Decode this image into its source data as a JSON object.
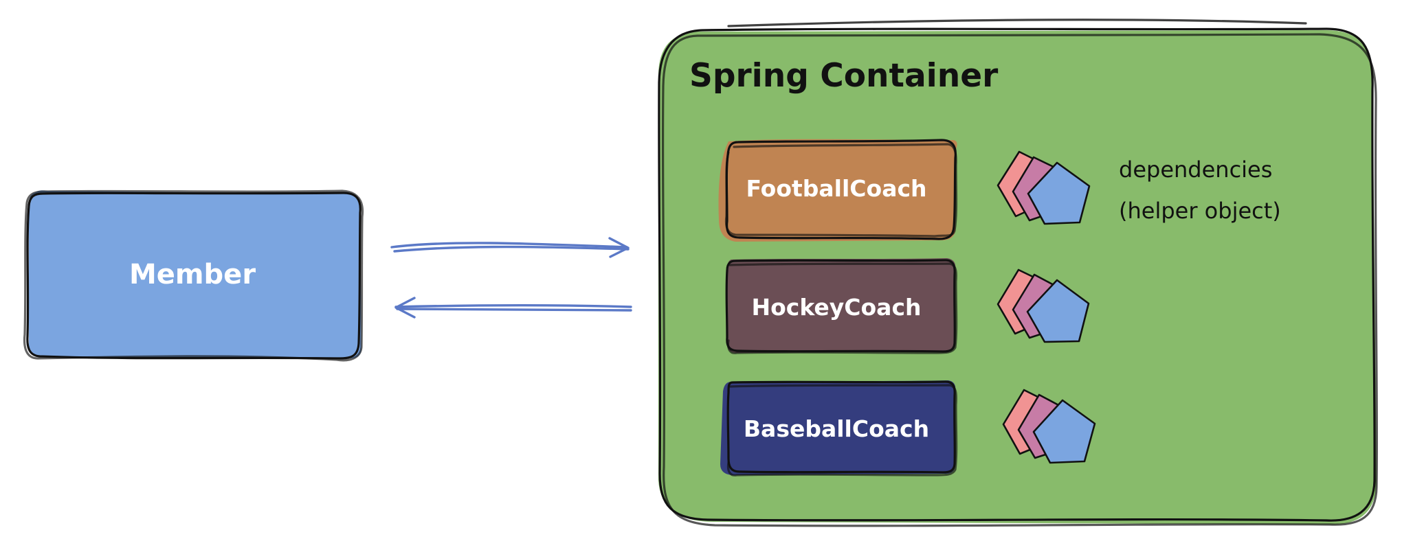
{
  "diagram": {
    "client": {
      "label": "Member",
      "color": "#7ba5e0"
    },
    "container": {
      "title": "Spring Container",
      "color": "#88bb6b"
    },
    "coaches": [
      {
        "label": "FootballCoach",
        "color": "#c08452"
      },
      {
        "label": "HockeyCoach",
        "color": "#6b4e55"
      },
      {
        "label": "BaseballCoach",
        "color": "#343d7e"
      }
    ],
    "dependencies_note": {
      "line1": "dependencies",
      "line2": "(helper object)"
    },
    "dependency_colors": {
      "back": "#f19393",
      "middle": "#c77ca6",
      "front": "#7ba5e0"
    },
    "arrow_color": "#5b79c7"
  }
}
